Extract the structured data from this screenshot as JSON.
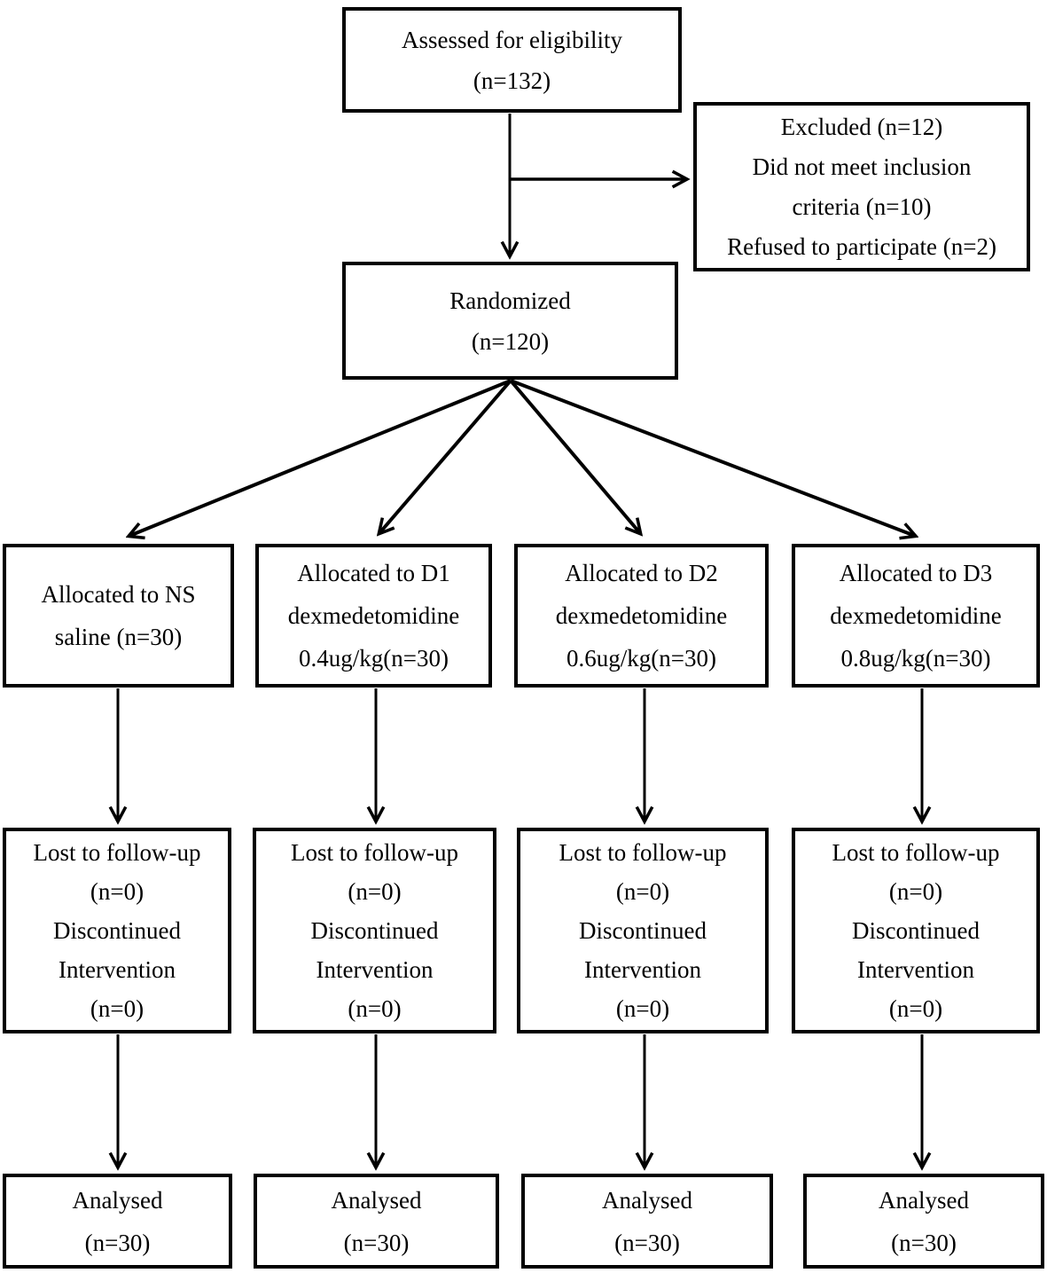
{
  "diagram": {
    "type": "consort-flow-diagram",
    "colors": {
      "line": "#000000",
      "box_border": "#000000",
      "box_fill": "#ffffff",
      "text": "#000000"
    },
    "assessed": {
      "lines": [
        "Assessed for eligibility",
        "(n=132)"
      ]
    },
    "excluded": {
      "lines": [
        "Excluded (n=12)",
        "Did not meet inclusion",
        "criteria (n=10)",
        "Refused to participate (n=2)"
      ]
    },
    "randomized": {
      "lines": [
        "Randomized",
        "(n=120)"
      ]
    },
    "columns": [
      {
        "allocated": {
          "lines": [
            "Allocated to NS",
            "saline (n=30)"
          ]
        },
        "followup": {
          "lines": [
            "Lost to follow-up",
            "(n=0)",
            "Discontinued",
            "Intervention",
            "(n=0)"
          ]
        },
        "analysed": {
          "lines": [
            "Analysed",
            "(n=30)"
          ]
        }
      },
      {
        "allocated": {
          "lines": [
            "Allocated to D1",
            "dexmedetomidine",
            "0.4ug/kg(n=30)"
          ]
        },
        "followup": {
          "lines": [
            "Lost to follow-up",
            "(n=0)",
            "Discontinued",
            "Intervention",
            "(n=0)"
          ]
        },
        "analysed": {
          "lines": [
            "Analysed",
            "(n=30)"
          ]
        }
      },
      {
        "allocated": {
          "lines": [
            "Allocated to D2",
            "dexmedetomidine",
            "0.6ug/kg(n=30)"
          ]
        },
        "followup": {
          "lines": [
            "Lost to follow-up",
            "(n=0)",
            "Discontinued",
            "Intervention",
            "(n=0)"
          ]
        },
        "analysed": {
          "lines": [
            "Analysed",
            "(n=30)"
          ]
        }
      },
      {
        "allocated": {
          "lines": [
            "Allocated to D3",
            "dexmedetomidine",
            "0.8ug/kg(n=30)"
          ]
        },
        "followup": {
          "lines": [
            "Lost to follow-up",
            "(n=0)",
            "Discontinued",
            "Intervention",
            "(n=0)"
          ]
        },
        "analysed": {
          "lines": [
            "Analysed",
            "(n=30)"
          ]
        }
      }
    ]
  }
}
